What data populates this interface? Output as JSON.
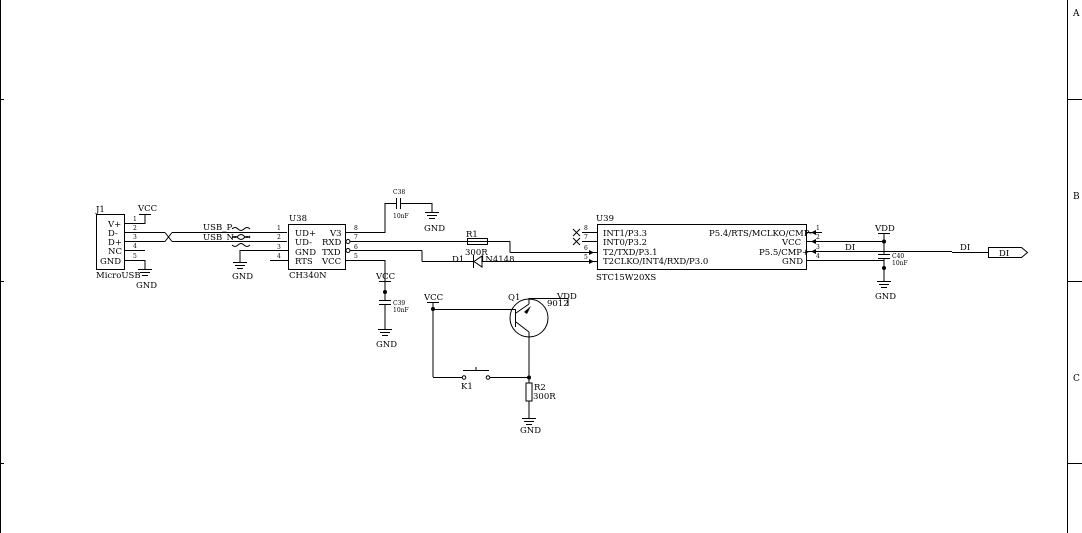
{
  "border": {
    "zones": [
      "A",
      "B",
      "C"
    ]
  },
  "j1": {
    "ref": "J1",
    "value": "MicroUSB",
    "pins": [
      {
        "name": "V+",
        "num": "1"
      },
      {
        "name": "D-",
        "num": "2"
      },
      {
        "name": "D+",
        "num": "3"
      },
      {
        "name": "NC",
        "num": "4"
      },
      {
        "name": "GND",
        "num": "5"
      }
    ]
  },
  "nets": {
    "vcc": "VCC",
    "gnd": "GND",
    "vdd": "VDD",
    "usb_p": "USB_P",
    "usb_n": "USB_N",
    "di": "DI"
  },
  "u38": {
    "ref": "U38",
    "value": "CH340N",
    "left_pins": [
      {
        "name": "UD+",
        "num": "1"
      },
      {
        "name": "UD-",
        "num": "2"
      },
      {
        "name": "GND",
        "num": "3"
      },
      {
        "name": "RTS",
        "num": "4"
      }
    ],
    "right_pins": [
      {
        "name": "V3",
        "num": "8"
      },
      {
        "name": "RXD",
        "num": "7"
      },
      {
        "name": "TXD",
        "num": "6"
      },
      {
        "name": "VCC",
        "num": "5"
      }
    ]
  },
  "c38": {
    "ref": "C38",
    "value": "10nF"
  },
  "c39": {
    "ref": "C39",
    "value": "10nF"
  },
  "c40": {
    "ref": "C40",
    "value": "10nF"
  },
  "r1": {
    "ref": "R1",
    "value": "300R"
  },
  "r2": {
    "ref": "R2",
    "value": "300R"
  },
  "d1": {
    "ref": "D1",
    "value": "1N4148"
  },
  "q1": {
    "ref": "Q1",
    "value": "9012"
  },
  "k1": {
    "ref": "K1"
  },
  "u39": {
    "ref": "U39",
    "value": "STC15W20XS",
    "left_pins": [
      {
        "name": "INT1/P3.3",
        "num": "8"
      },
      {
        "name": "INT0/P3.2",
        "num": "7"
      },
      {
        "name": "T2/TXD/P3.1",
        "num": "6"
      },
      {
        "name": "T2CLKO/INT4/RXD/P3.0",
        "num": "5"
      }
    ],
    "right_pins": [
      {
        "name": "P5.4/RTS/MCLKO/CMP-",
        "num": "1"
      },
      {
        "name": "VCC",
        "num": "2"
      },
      {
        "name": "P5.5/CMP+",
        "num": "3"
      },
      {
        "name": "GND",
        "num": "4"
      }
    ]
  }
}
